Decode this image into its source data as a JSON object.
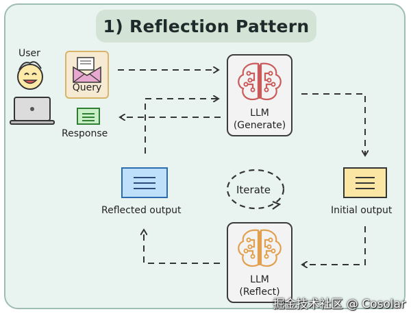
{
  "title": "1) Reflection Pattern",
  "labels": {
    "user": "User",
    "query": "Query",
    "response": "Response",
    "llm_top_name": "LLM",
    "llm_top_role": "(Generate)",
    "iterate": "Iterate",
    "reflected_output": "Reflected output",
    "initial_output": "Initial output",
    "llm_bottom_name": "LLM",
    "llm_bottom_role": "(Reflect)"
  },
  "watermark": "掘金技术社区 @ Cosolar",
  "colors": {
    "frame_bg": "#e9f4f1",
    "title_bg": "#d3e4d6",
    "query_bg": "#f7ead2",
    "response_bg": "#c9efc6",
    "reflected_bg": "#bfe0fb",
    "initial_bg": "#fbe7a3",
    "brain_top": "#c95b5b",
    "brain_bottom": "#e0a050"
  },
  "icons": [
    "user-avatar-icon",
    "laptop-icon",
    "envelope-icon",
    "brain-circuit-icon",
    "document-icon",
    "cycle-arrow-icon"
  ]
}
